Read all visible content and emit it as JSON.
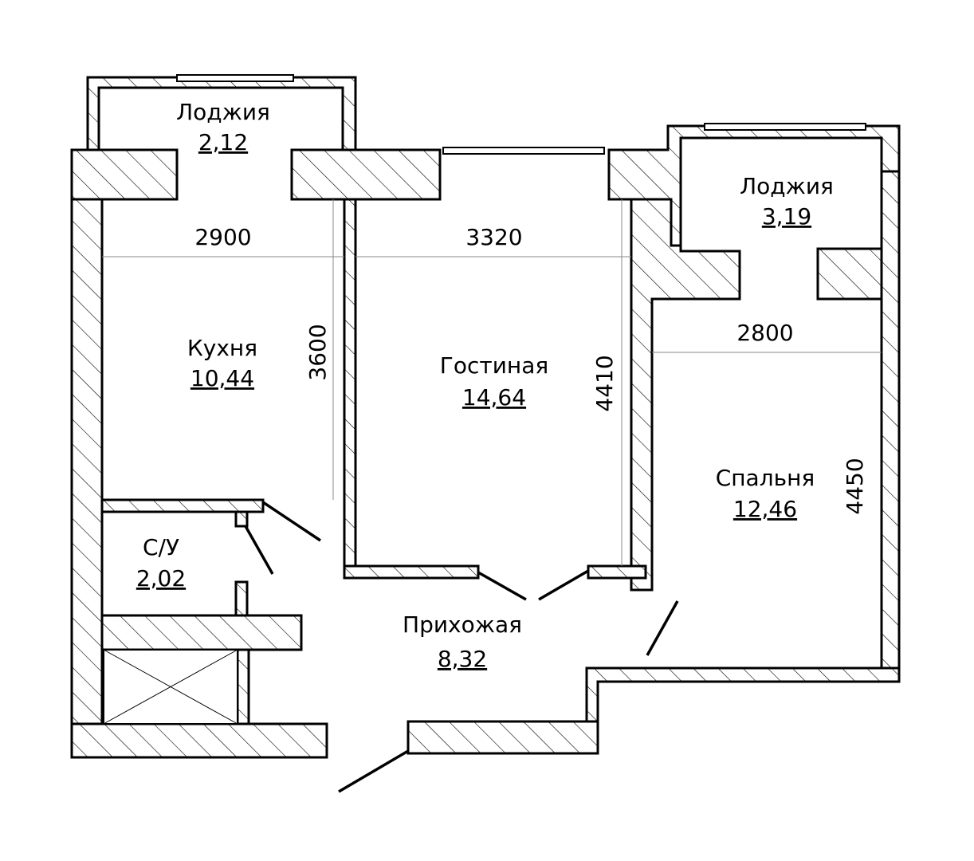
{
  "rooms": {
    "loggia_left": {
      "name": "Лоджия",
      "area": "2,12"
    },
    "loggia_right": {
      "name": "Лоджия",
      "area": "3,19"
    },
    "kitchen": {
      "name": "Кухня",
      "area": "10,44"
    },
    "living": {
      "name": "Гостиная",
      "area": "14,64"
    },
    "bedroom": {
      "name": "Спальня",
      "area": "12,46"
    },
    "bathroom": {
      "name": "С/У",
      "area": "2,02"
    },
    "hallway": {
      "name": "Прихожая",
      "area": "8,32"
    }
  },
  "dimensions": {
    "kitchen_width": "2900",
    "kitchen_depth": "3600",
    "living_width": "3320",
    "living_depth": "4410",
    "bedroom_width": "2800",
    "bedroom_depth": "4450"
  },
  "colors": {
    "line": "#000000",
    "background": "#ffffff"
  }
}
